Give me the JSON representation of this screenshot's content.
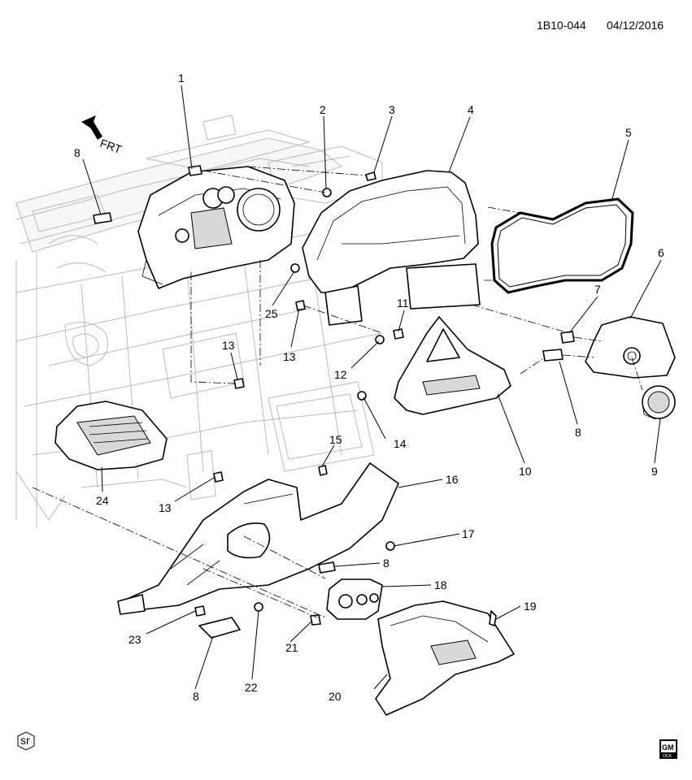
{
  "header": {
    "code": "1B10-044",
    "date": "04/12/2016"
  },
  "direction": {
    "label": "FRT"
  },
  "badges": {
    "sr": "sr",
    "logo_text": "GM",
    "logo_sub": "OCA"
  },
  "callouts": [
    {
      "id": "c1",
      "text": "1"
    },
    {
      "id": "c2",
      "text": "2"
    },
    {
      "id": "c3",
      "text": "3"
    },
    {
      "id": "c4",
      "text": "4"
    },
    {
      "id": "c5",
      "text": "5"
    },
    {
      "id": "c6",
      "text": "6"
    },
    {
      "id": "c7",
      "text": "7"
    },
    {
      "id": "c8a",
      "text": "8"
    },
    {
      "id": "c8b",
      "text": "8"
    },
    {
      "id": "c8c",
      "text": "8"
    },
    {
      "id": "c8d",
      "text": "8"
    },
    {
      "id": "c9",
      "text": "9"
    },
    {
      "id": "c10",
      "text": "10"
    },
    {
      "id": "c11",
      "text": "11"
    },
    {
      "id": "c12",
      "text": "12"
    },
    {
      "id": "c13a",
      "text": "13"
    },
    {
      "id": "c13b",
      "text": "13"
    },
    {
      "id": "c13c",
      "text": "13"
    },
    {
      "id": "c14",
      "text": "14"
    },
    {
      "id": "c15",
      "text": "15"
    },
    {
      "id": "c16",
      "text": "16"
    },
    {
      "id": "c17",
      "text": "17"
    },
    {
      "id": "c18",
      "text": "18"
    },
    {
      "id": "c19",
      "text": "19"
    },
    {
      "id": "c20",
      "text": "20"
    },
    {
      "id": "c21",
      "text": "21"
    },
    {
      "id": "c22",
      "text": "22"
    },
    {
      "id": "c23",
      "text": "23"
    },
    {
      "id": "c24",
      "text": "24"
    },
    {
      "id": "c25",
      "text": "25"
    }
  ]
}
